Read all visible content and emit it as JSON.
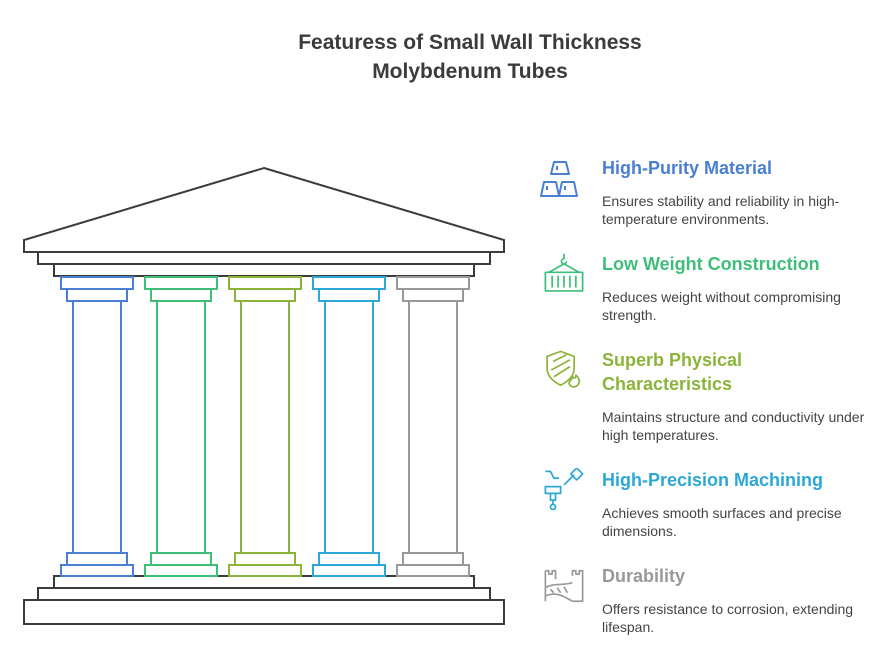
{
  "title_line1": "Featuress of Small Wall Thickness",
  "title_line2": "Molybdenum Tubes",
  "features": [
    {
      "title": "High-Purity Material",
      "desc": "Ensures stability and reliability in high-temperature environments.",
      "color": "#4a7fd4",
      "icon": "metal-bars-icon"
    },
    {
      "title": "Low Weight Construction",
      "desc": "Reduces weight without compromising strength.",
      "color": "#3dbf7a",
      "icon": "shipping-container-crane-icon"
    },
    {
      "title": "Superb Physical Characteristics",
      "desc": "Maintains structure and conductivity under high temperatures.",
      "color": "#8cb43a",
      "icon": "shield-flame-icon"
    },
    {
      "title": "High-Precision Machining",
      "desc": "Achieves smooth surfaces and precise dimensions.",
      "color": "#2ba8d6",
      "icon": "machining-tool-icon"
    },
    {
      "title": "Durability",
      "desc": "Offers resistance to corrosion, extending lifespan.",
      "color": "#999999",
      "icon": "castle-wall-icon"
    }
  ]
}
